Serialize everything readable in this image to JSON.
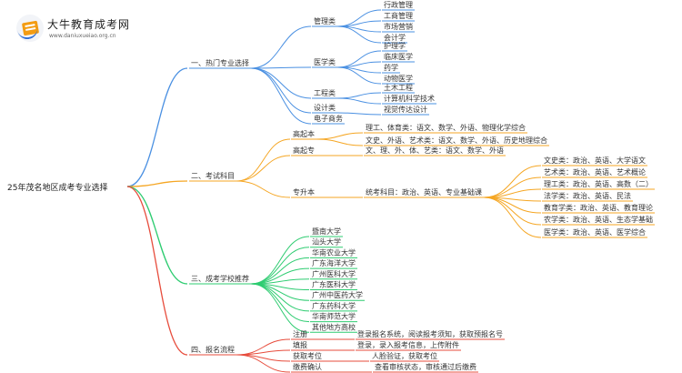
{
  "site": {
    "name": "大牛教育成考网",
    "url": "www.daniuxueiao.org.cn"
  },
  "colors": {
    "branch1": "#4a90e2",
    "branch2": "#f5a623",
    "branch3": "#2ecc71",
    "branch4": "#e74c3c"
  },
  "root": "25年茂名地区成考专业选择",
  "branches": [
    {
      "label": "一、热门专业选择",
      "color": "#4a90e2",
      "children": [
        {
          "label": "管理类",
          "children": [
            "行政管理",
            "工商管理",
            "市场营销",
            "会计学"
          ]
        },
        {
          "label": "医学类",
          "children": [
            "护理学",
            "临床医学",
            "药学",
            "动物医学"
          ]
        },
        {
          "label": "工程类",
          "children": [
            "土木工程",
            "计算机科学技术"
          ]
        },
        {
          "label": "设计类",
          "children": [
            "视觉传达设计"
          ]
        },
        {
          "label": "电子商务",
          "children": []
        }
      ]
    },
    {
      "label": "二、考试科目",
      "color": "#f5a623",
      "children": [
        {
          "label": "高起本",
          "children": [
            "理工、体育类：语文、数学、外语、物理化学综合",
            "文史、外语、艺术类：语文、数学、外语、历史地理综合"
          ]
        },
        {
          "label": "高起专",
          "children": [
            "文、理、外、体、艺类：语文、数学、外语"
          ]
        },
        {
          "label": "专升本",
          "children": [
            "统考科目：政治、英语、专业基础课"
          ],
          "leaves": [
            "文史类：政治、英语、大学语文",
            "艺术类：政治、英语、艺术概论",
            "理工类：政治、英语、高数（二）",
            "法学类：政治、英语、民法",
            "教育学类：政治、英语、教育理论",
            "农学类：政治、英语、生态学基础",
            "医学类：政治、英语、医学综合"
          ]
        }
      ]
    },
    {
      "label": "三、成考学校推荐",
      "color": "#2ecc71",
      "children": [
        {
          "label": "暨南大学"
        },
        {
          "label": "汕头大学"
        },
        {
          "label": "华南农业大学"
        },
        {
          "label": "广东海洋大学"
        },
        {
          "label": "广州医科大学"
        },
        {
          "label": "广东医科大学"
        },
        {
          "label": "广州中医药大学"
        },
        {
          "label": "广东药科大学"
        },
        {
          "label": "华南师范大学"
        },
        {
          "label": "其他地方高校"
        }
      ]
    },
    {
      "label": "四、报名流程",
      "color": "#e74c3c",
      "children": [
        {
          "label": "注册",
          "children": [
            "登录报名系统，阅读报考须知，获取预报名号"
          ]
        },
        {
          "label": "填报",
          "children": [
            "登录，录入报考信息，上传附件"
          ]
        },
        {
          "label": "获取考位",
          "children": [
            "人脸验证，获取考位"
          ]
        },
        {
          "label": "缴费确认",
          "children": [
            "查看审核状态，审核通过后缴费"
          ]
        }
      ]
    }
  ]
}
